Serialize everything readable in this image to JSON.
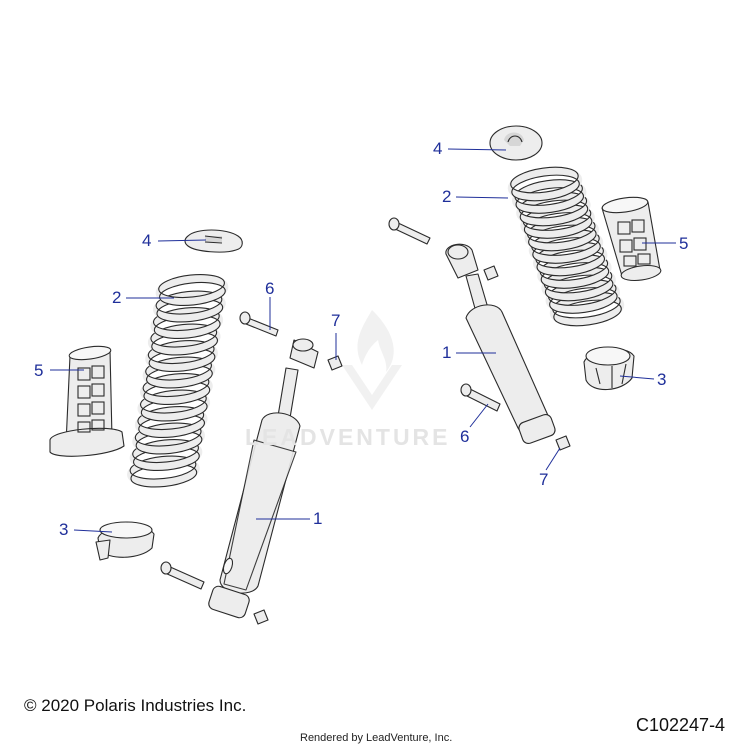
{
  "callouts": {
    "left_4": "4",
    "left_2": "2",
    "left_6": "6",
    "left_7": "7",
    "left_5": "5",
    "left_1": "1",
    "left_3": "3",
    "right_4": "4",
    "right_2": "2",
    "right_5": "5",
    "right_1": "1",
    "right_3": "3",
    "right_6": "6",
    "right_7": "7"
  },
  "footer": {
    "copyright": "© 2020 Polaris Industries Inc.",
    "rendered_by": "Rendered by LeadVenture, Inc.",
    "diagram_code": "C102247-4"
  },
  "watermark": {
    "text": "LEADVENTURE",
    "logo": "leadventure-flame-logo"
  },
  "colors": {
    "callout": "#1f2f9a",
    "line_art": "#2b2b2b",
    "part_fill": "#ededed"
  }
}
